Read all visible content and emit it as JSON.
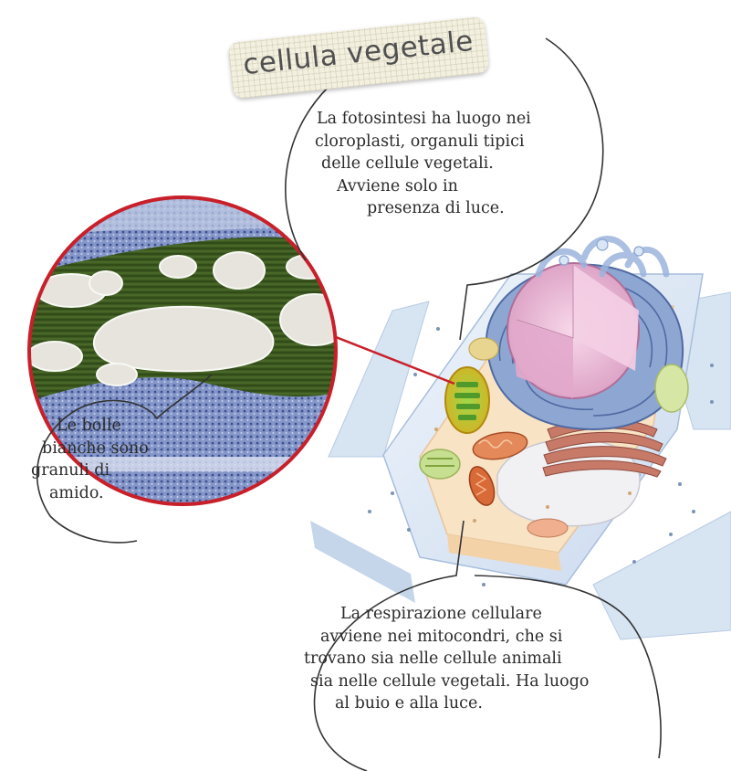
{
  "title": "cellula vegetale",
  "callouts": {
    "chloroplast": {
      "lines": [
        "La fotosintesi ha luogo nei",
        "cloroplasti, organuli tipici",
        "delle cellule vegetali.",
        "Avviene solo in",
        "presenza di luce."
      ]
    },
    "starch": {
      "lines": [
        "Le bolle",
        "bianche sono",
        "granuli di",
        "amido."
      ]
    },
    "mitochondria": {
      "lines": [
        "La respirazione cellulare",
        "avviene nei mitocondri, che si",
        "trovano sia nelle cellule animali",
        "sia nelle cellule vegetali. Ha luogo",
        "al buio e alla luce."
      ]
    }
  },
  "colors": {
    "micrograph_ring": "#c8202a",
    "chloroplast_green": "#3d5a20",
    "micrograph_blue": "#5a6fa8",
    "cell_wall": "#dde8f4",
    "cytoplasm": "#f8e3c4",
    "nucleus": "#e8b6d4",
    "mitochondrion": "#d86a38",
    "text": "#2b2b2b"
  }
}
